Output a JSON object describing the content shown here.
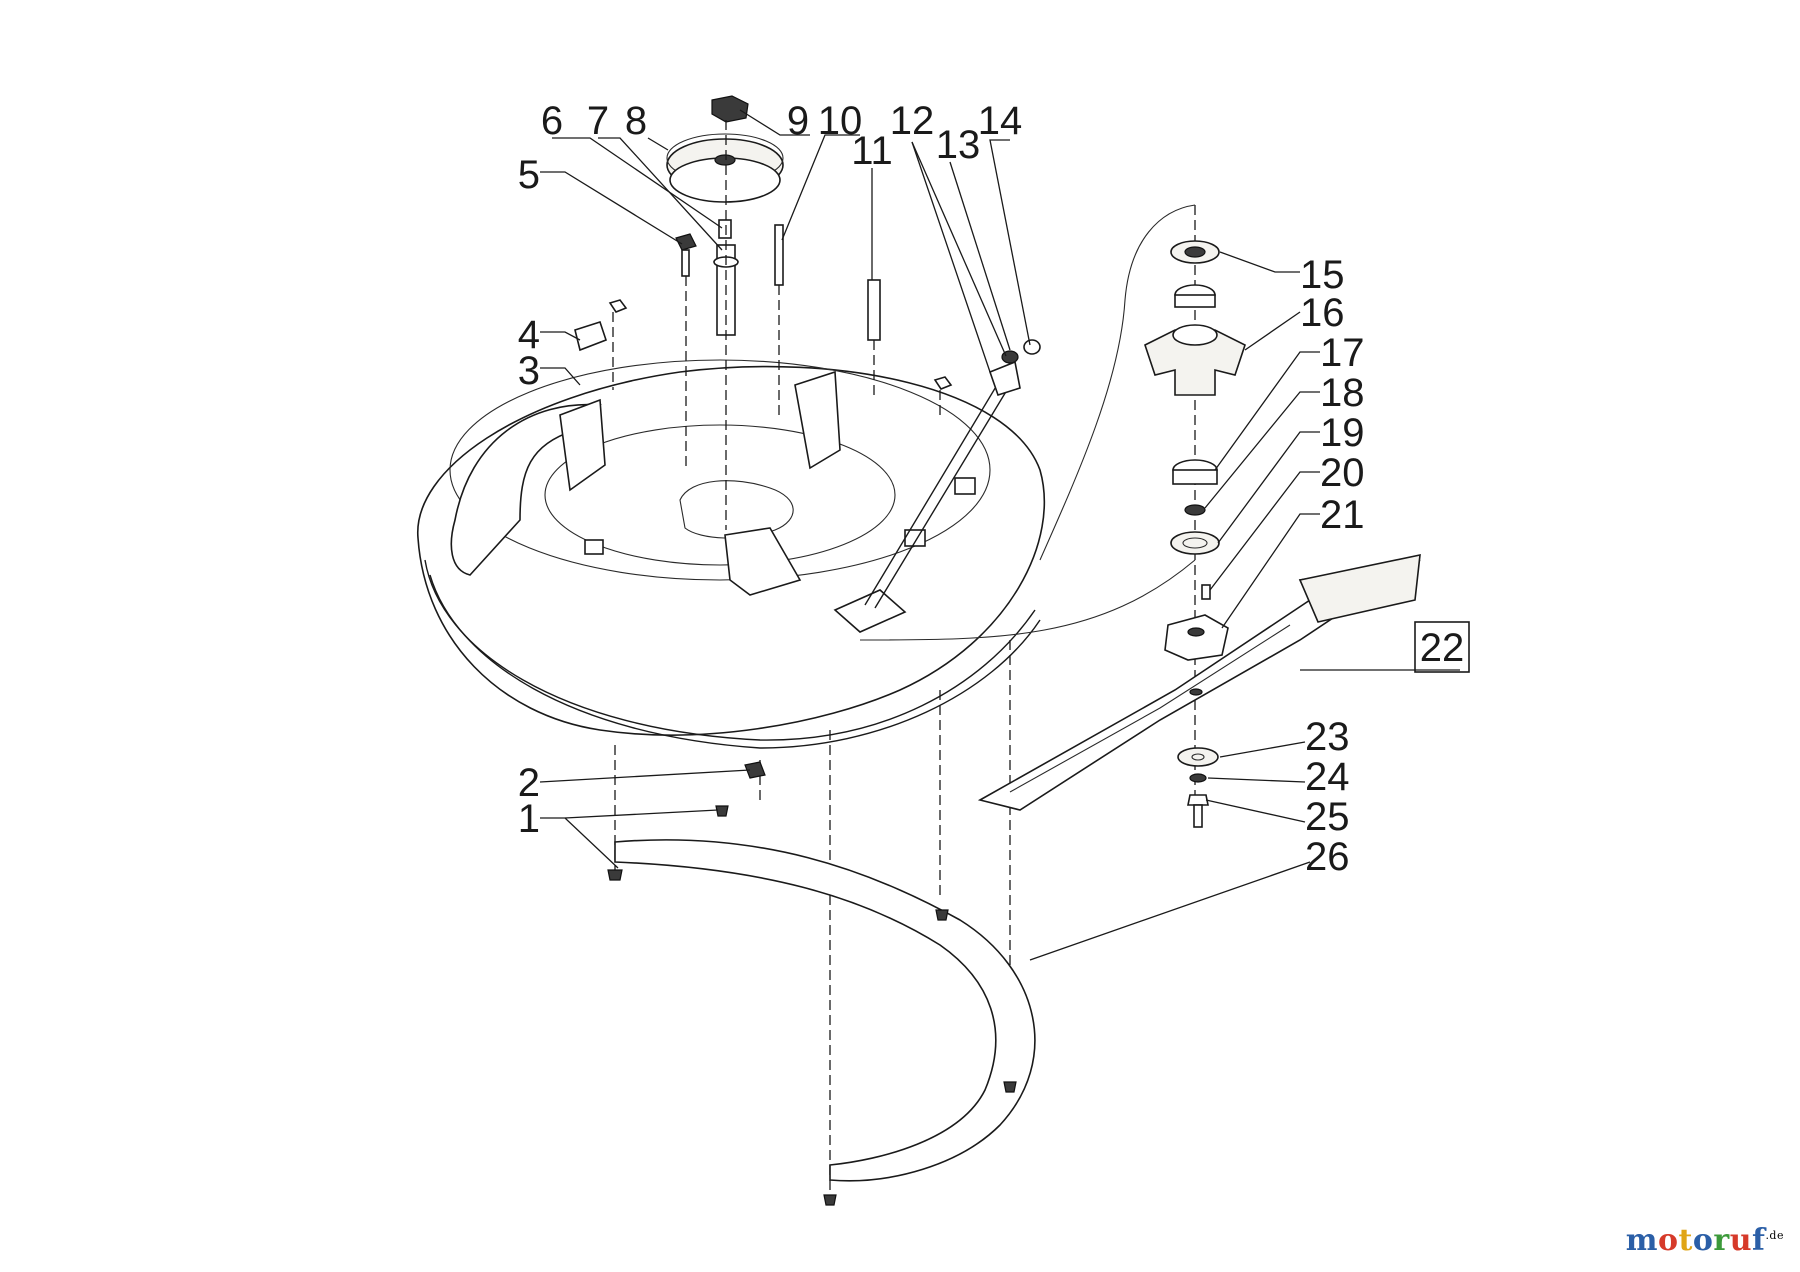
{
  "diagram": {
    "callouts": [
      "1",
      "2",
      "3",
      "4",
      "5",
      "6",
      "7",
      "8",
      "9",
      "10",
      "11",
      "12",
      "13",
      "14",
      "15",
      "16",
      "17",
      "18",
      "19",
      "20",
      "21",
      "22",
      "23",
      "24",
      "25",
      "26"
    ],
    "boxed_callout": "22"
  },
  "brand": {
    "logo_text": "motoruf",
    "suffix": ".de",
    "colors": [
      "#2b5fa7",
      "#d63a2a",
      "#e0a516",
      "#2b5fa7",
      "#3c9a3a",
      "#d63a2a",
      "#2b5fa7"
    ]
  }
}
